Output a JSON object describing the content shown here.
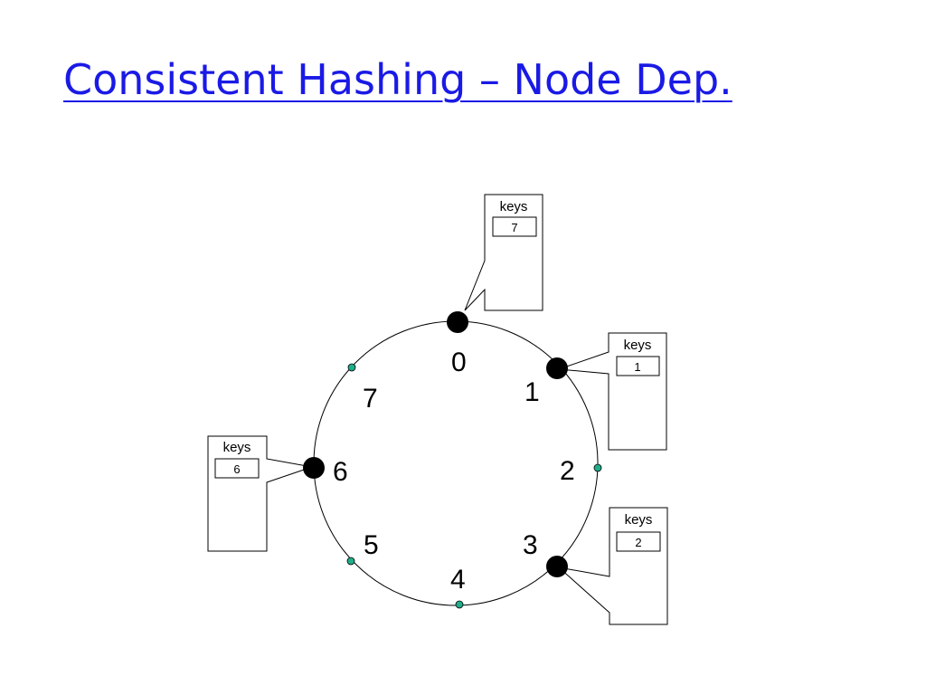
{
  "title": "Consistent Hashing – Node Dep.",
  "ring": {
    "positions": [
      "0",
      "1",
      "2",
      "3",
      "4",
      "5",
      "6",
      "7"
    ],
    "active_nodes": [
      "0",
      "1",
      "3",
      "6"
    ],
    "empty_slots": [
      "2",
      "4",
      "5",
      "7"
    ],
    "node_color": "#000000",
    "slot_color": "#1fae8a"
  },
  "callouts": {
    "node0": {
      "label": "keys",
      "value": "7"
    },
    "node1": {
      "label": "keys",
      "value": "1"
    },
    "node3": {
      "label": "keys",
      "value": "2"
    },
    "node6": {
      "label": "keys",
      "value": "6"
    }
  }
}
